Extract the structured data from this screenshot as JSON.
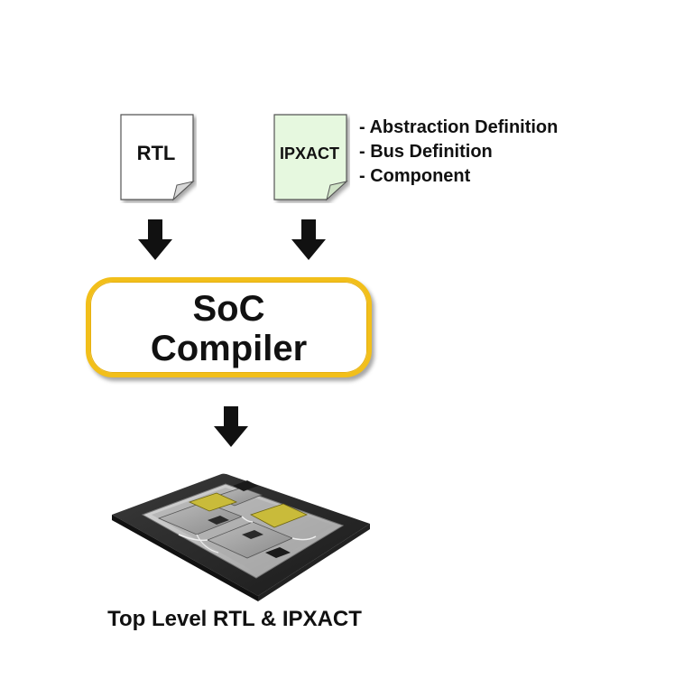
{
  "inputs": {
    "rtl_doc": {
      "label": "RTL",
      "fill": "#ffffff"
    },
    "ipxact_doc": {
      "label": "IPXACT",
      "fill": "#e6f8df"
    }
  },
  "ipxact_items": [
    "- Abstraction Definition",
    "- Bus Definition",
    "- Component"
  ],
  "compiler": {
    "line1": "SoC",
    "line2": "Compiler",
    "border_color": "#f2bf1a"
  },
  "output": {
    "caption": "Top Level RTL & IPXACT"
  }
}
